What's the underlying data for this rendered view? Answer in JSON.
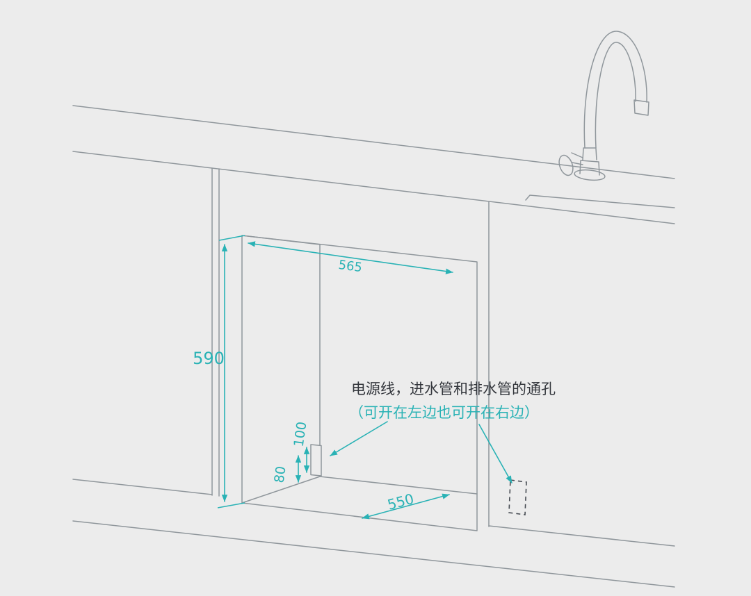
{
  "colors": {
    "accent": "#29b2b5",
    "line": "#8f969b",
    "text_dark": "#33363c",
    "bg": "#ececec"
  },
  "diagram": {
    "dimensions": {
      "top_width": "565",
      "left_height": "590",
      "bottom_depth": "550",
      "notch_height": "100",
      "notch_offset": "80"
    },
    "annotation": {
      "line1": "电源线，进水管和排水管的通孔",
      "line2": "（可开在左边也可开在右边）"
    }
  }
}
